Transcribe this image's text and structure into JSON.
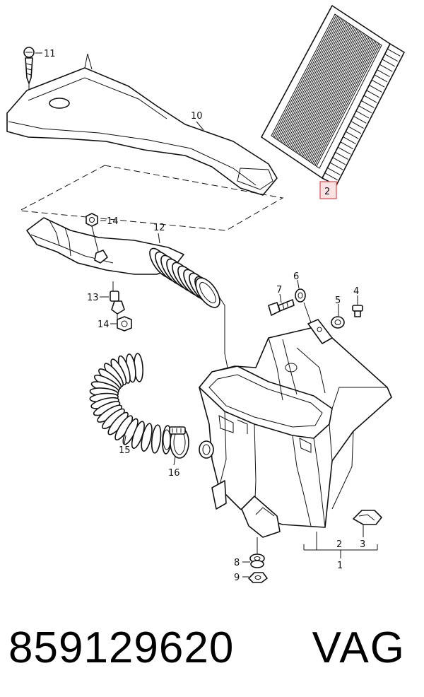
{
  "callouts": [
    {
      "id": "c11",
      "text": "11"
    },
    {
      "id": "c10",
      "text": "10"
    },
    {
      "id": "c2top",
      "text": "2",
      "highlight": true
    },
    {
      "id": "c14a",
      "text": "14"
    },
    {
      "id": "c12",
      "text": "12"
    },
    {
      "id": "c13",
      "text": "13"
    },
    {
      "id": "c14b",
      "text": "14"
    },
    {
      "id": "c7",
      "text": "7"
    },
    {
      "id": "c6",
      "text": "6"
    },
    {
      "id": "c5",
      "text": "5"
    },
    {
      "id": "c4",
      "text": "4"
    },
    {
      "id": "c15",
      "text": "15"
    },
    {
      "id": "c16",
      "text": "16"
    },
    {
      "id": "c2bot",
      "text": "2"
    },
    {
      "id": "c3",
      "text": "3"
    },
    {
      "id": "c1",
      "text": "1"
    },
    {
      "id": "c8",
      "text": "8"
    },
    {
      "id": "c9",
      "text": "9"
    }
  ],
  "colors": {
    "highlight_border": "#e06060",
    "highlight_fill": "#fbe3e3",
    "line": "#111111"
  },
  "caption": {
    "part_number": "859129620",
    "brand": "VAG"
  }
}
